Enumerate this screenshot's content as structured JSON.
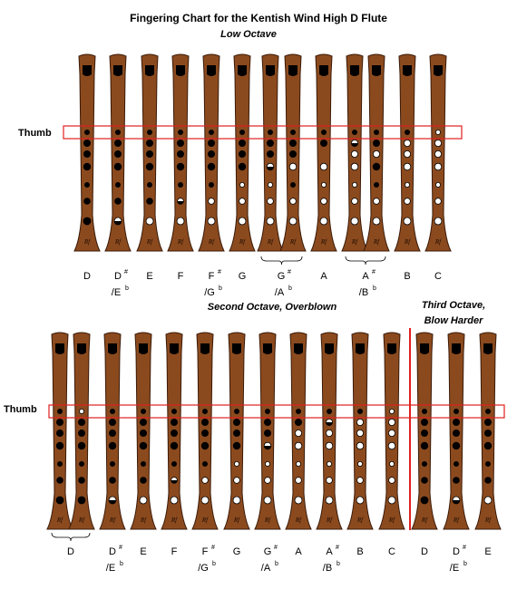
{
  "title": "Fingering Chart for the Kentish Wind High D Flute",
  "subtitles": {
    "low": "Low Octave",
    "second": "Second Octave, Overblown",
    "third_line1": "Third Octave,",
    "third_line2": "Blow Harder"
  },
  "thumb_label": "Thumb",
  "maker_mark": "Rf",
  "colors": {
    "flute_body": "#8B4A1E",
    "flute_outline": "#3a1a08",
    "closed_hole": "#000000",
    "open_hole": "#ffffff",
    "thumb_box": "#e02020",
    "divider": "#e02020"
  },
  "legend_hint": "closed = filled, open = white, half = half-filled, empty string = no hole shown",
  "low_octave": {
    "fingerings": [
      {
        "note": "D",
        "thumb": "closed",
        "holes": [
          "closed",
          "closed",
          "closed",
          "closed",
          "closed",
          "closed"
        ]
      },
      {
        "note": "D#/Eb",
        "thumb": "closed",
        "holes": [
          "closed",
          "closed",
          "closed",
          "closed",
          "closed",
          "half"
        ]
      },
      {
        "note": "E",
        "thumb": "closed",
        "holes": [
          "closed",
          "closed",
          "closed",
          "closed",
          "closed",
          "open"
        ]
      },
      {
        "note": "F",
        "thumb": "closed",
        "holes": [
          "closed",
          "closed",
          "closed",
          "closed",
          "half",
          "open"
        ]
      },
      {
        "note": "F#/Gb a",
        "thumb": "closed",
        "holes": [
          "closed",
          "closed",
          "closed",
          "closed",
          "open",
          "open"
        ]
      },
      {
        "note": "G",
        "thumb": "closed",
        "holes": [
          "closed",
          "closed",
          "closed",
          "open",
          "open",
          "open"
        ]
      },
      {
        "note": "G#/Ab a",
        "thumb": "closed",
        "holes": [
          "closed",
          "closed",
          "half",
          "open",
          "open",
          "open"
        ]
      },
      {
        "note": "G#/Ab b",
        "thumb": "closed",
        "holes": [
          "closed",
          "closed",
          "open",
          "closed",
          "open",
          "open"
        ]
      },
      {
        "note": "A",
        "thumb": "closed",
        "holes": [
          "closed",
          "empty",
          "open",
          "open",
          "open",
          "open"
        ]
      },
      {
        "note": "A#/Bb a",
        "thumb": "closed",
        "holes": [
          "half",
          "open",
          "open",
          "open",
          "open",
          "open"
        ]
      },
      {
        "note": "A#/Bb b",
        "thumb": "closed",
        "holes": [
          "closed",
          "open",
          "closed",
          "closed",
          "open",
          "open"
        ]
      },
      {
        "note": "B",
        "thumb": "closed",
        "holes": [
          "open",
          "open",
          "open",
          "open",
          "open",
          "open"
        ]
      },
      {
        "note": "C",
        "thumb": "open",
        "holes": [
          "open",
          "open",
          "open",
          "open",
          "open",
          "open"
        ]
      }
    ],
    "labels": [
      {
        "note": "D",
        "sharp": "",
        "flat_note": ""
      },
      {
        "note": "D",
        "sharp": "#",
        "flat_note": "/E",
        "flat": "b"
      },
      {
        "note": "E",
        "sharp": "",
        "flat_note": ""
      },
      {
        "note": "F",
        "sharp": "",
        "flat_note": ""
      },
      {
        "note": "F",
        "sharp": "#",
        "flat_note": "/G",
        "flat": "b"
      },
      {
        "note": "G",
        "sharp": "",
        "flat_note": ""
      },
      {
        "note": "G",
        "sharp": "#",
        "flat_note": "/A",
        "flat": "b"
      },
      {
        "note": "A",
        "sharp": "",
        "flat_note": ""
      },
      {
        "note": "A",
        "sharp": "#",
        "flat_note": "/B",
        "flat": "b"
      },
      {
        "note": "B",
        "sharp": "",
        "flat_note": ""
      },
      {
        "note": "C",
        "sharp": "",
        "flat_note": ""
      }
    ]
  },
  "second_octave": {
    "fingerings": [
      {
        "note": "D a",
        "thumb": "closed",
        "holes": [
          "closed",
          "closed",
          "closed",
          "closed",
          "closed",
          "closed"
        ]
      },
      {
        "note": "D b",
        "thumb": "open",
        "holes": [
          "closed",
          "closed",
          "closed",
          "closed",
          "closed",
          "closed"
        ]
      },
      {
        "note": "D#/Eb",
        "thumb": "closed",
        "holes": [
          "closed",
          "closed",
          "closed",
          "closed",
          "closed",
          "half"
        ]
      },
      {
        "note": "E",
        "thumb": "closed",
        "holes": [
          "closed",
          "closed",
          "closed",
          "closed",
          "closed",
          "open"
        ]
      },
      {
        "note": "F",
        "thumb": "closed",
        "holes": [
          "closed",
          "closed",
          "closed",
          "closed",
          "half",
          "open"
        ]
      },
      {
        "note": "F#/Gb",
        "thumb": "closed",
        "holes": [
          "closed",
          "closed",
          "closed",
          "closed",
          "open",
          "open"
        ]
      },
      {
        "note": "G",
        "thumb": "closed",
        "holes": [
          "closed",
          "closed",
          "closed",
          "open",
          "open",
          "open"
        ]
      },
      {
        "note": "G#/Ab",
        "thumb": "closed",
        "holes": [
          "closed",
          "closed",
          "half",
          "open",
          "open",
          "open"
        ]
      },
      {
        "note": "A",
        "thumb": "closed",
        "holes": [
          "closed",
          "open",
          "open",
          "open",
          "open",
          "open"
        ]
      },
      {
        "note": "A#/Bb",
        "thumb": "closed",
        "holes": [
          "half",
          "open",
          "open",
          "open",
          "open",
          "open"
        ]
      },
      {
        "note": "B",
        "thumb": "closed",
        "holes": [
          "open",
          "open",
          "open",
          "open",
          "open",
          "open"
        ]
      },
      {
        "note": "C",
        "thumb": "open",
        "holes": [
          "open",
          "open",
          "open",
          "open",
          "open",
          "open"
        ]
      }
    ],
    "labels": [
      {
        "note": "D",
        "sharp": "",
        "flat_note": ""
      },
      {
        "note": "D",
        "sharp": "#",
        "flat_note": "/E",
        "flat": "b"
      },
      {
        "note": "E",
        "sharp": "",
        "flat_note": ""
      },
      {
        "note": "F",
        "sharp": "",
        "flat_note": ""
      },
      {
        "note": "F",
        "sharp": "#",
        "flat_note": "/G",
        "flat": "b"
      },
      {
        "note": "G",
        "sharp": "",
        "flat_note": ""
      },
      {
        "note": "G",
        "sharp": "#",
        "flat_note": "/A",
        "flat": "b"
      },
      {
        "note": "A",
        "sharp": "",
        "flat_note": ""
      },
      {
        "note": "A",
        "sharp": "#",
        "flat_note": "/B",
        "flat": "b"
      },
      {
        "note": "B",
        "sharp": "",
        "flat_note": ""
      },
      {
        "note": "C",
        "sharp": "",
        "flat_note": ""
      }
    ]
  },
  "third_octave": {
    "fingerings": [
      {
        "note": "D",
        "thumb": "closed",
        "holes": [
          "closed",
          "closed",
          "closed",
          "closed",
          "closed",
          "closed"
        ]
      },
      {
        "note": "D#/Eb",
        "thumb": "closed",
        "holes": [
          "closed",
          "closed",
          "closed",
          "closed",
          "closed",
          "half"
        ]
      },
      {
        "note": "E",
        "thumb": "closed",
        "holes": [
          "closed",
          "closed",
          "closed",
          "closed",
          "closed",
          "open"
        ]
      }
    ],
    "labels": [
      {
        "note": "D",
        "sharp": "",
        "flat_note": ""
      },
      {
        "note": "D",
        "sharp": "#",
        "flat_note": "/E",
        "flat": "b"
      },
      {
        "note": "E",
        "sharp": "",
        "flat_note": ""
      }
    ]
  }
}
